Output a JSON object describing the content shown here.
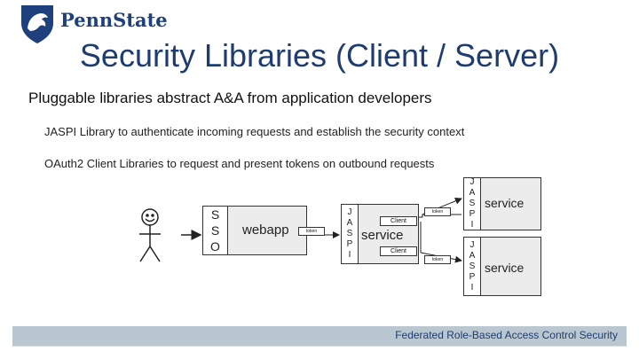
{
  "logo": {
    "name": "PennState",
    "icon": "nittany-lion-shield-icon"
  },
  "slide": {
    "title": "Security Libraries (Client / Server)",
    "bullet_main": "Pluggable libraries abstract A&A from application developers",
    "bullets_sub": [
      "JASPI Library to authenticate incoming requests and establish the security context",
      "OAuth2 Client Libraries to request and present tokens on outbound requests"
    ]
  },
  "diagram": {
    "user_icon": "stick-figure-user-icon",
    "sso_letters": [
      "S",
      "S",
      "O"
    ],
    "webapp": "webapp",
    "jaspi_letters": [
      "J",
      "A",
      "S",
      "P",
      "I"
    ],
    "service": "service",
    "client": "Client",
    "token": "token"
  },
  "footer": {
    "text": "Federated Role-Based Access Control Security"
  },
  "colors": {
    "brand": "#1e407c",
    "footer_band": "#bac6d0",
    "box_fill": "#ececec"
  }
}
